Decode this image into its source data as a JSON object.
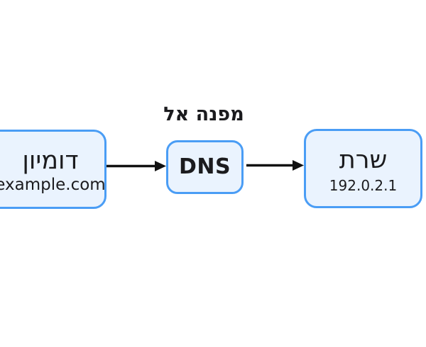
{
  "diagram": {
    "edge_label": "מפנה אל",
    "nodes": [
      {
        "id": "domain",
        "label": "דומיון",
        "sublabel": "example.com"
      },
      {
        "id": "dns",
        "label": "DNS",
        "sublabel": ""
      },
      {
        "id": "server",
        "label": "שרת",
        "sublabel": "192.0.2.1"
      }
    ],
    "colors": {
      "node_fill": "#EAF3FE",
      "node_border": "#4A9DF5",
      "label_text": "#1B1B1E",
      "arrow": "#111111",
      "background": "#FFFFFF"
    }
  }
}
